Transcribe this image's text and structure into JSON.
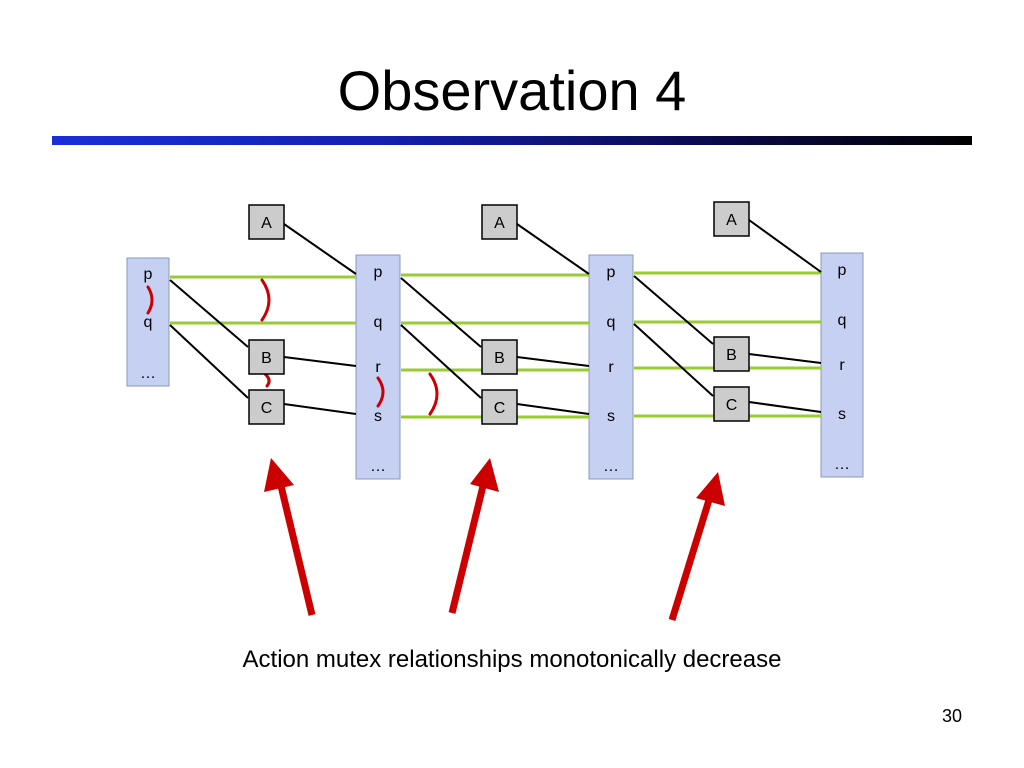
{
  "slide": {
    "title": "Observation 4",
    "caption": "Action mutex relationships monotonically decrease",
    "page_number": "30"
  },
  "diagram": {
    "levels": [
      {
        "props": [
          "p",
          "q",
          "…"
        ]
      },
      {
        "props": [
          "p",
          "q",
          "r",
          "s",
          "…"
        ]
      },
      {
        "props": [
          "p",
          "q",
          "r",
          "s",
          "…"
        ]
      },
      {
        "props": [
          "p",
          "q",
          "r",
          "s",
          "…"
        ]
      }
    ],
    "action_layers": [
      {
        "actions": [
          "A",
          "B",
          "C"
        ]
      },
      {
        "actions": [
          "A",
          "B",
          "C"
        ]
      },
      {
        "actions": [
          "A",
          "B",
          "C"
        ]
      }
    ],
    "colors": {
      "prop_column": "#c5d0f2",
      "action_box": "#cccccc",
      "persistence_line": "#99cc33",
      "mutex_arc": "#cc0000",
      "arrow": "#cc0000",
      "rule_start": "#1a2fd8",
      "rule_end": "#000000"
    }
  }
}
